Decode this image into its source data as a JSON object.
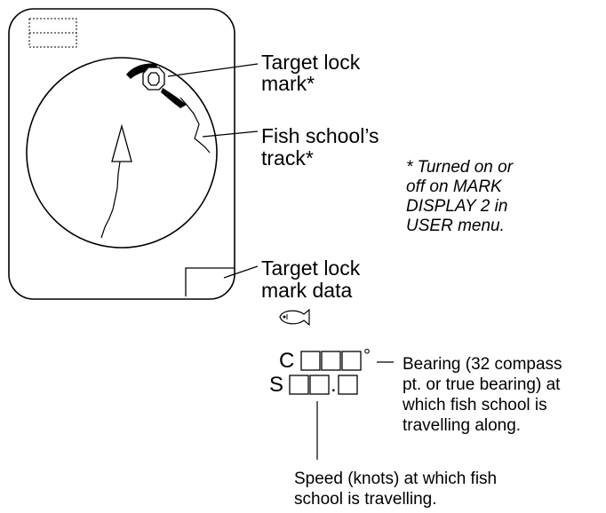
{
  "labels": {
    "target_lock_mark": [
      "Target lock",
      "mark*"
    ],
    "fish_school_track": [
      "Fish school’s",
      "track*"
    ],
    "target_lock_mark_data": [
      "Target lock",
      "mark data"
    ],
    "footnote": [
      "* Turned on or",
      "off on MARK",
      "DISPLAY 2 in",
      "USER menu."
    ],
    "bearing_desc": [
      "Bearing (32 compass",
      "pt. or true bearing) at",
      "which fish school is",
      "travelling along."
    ],
    "speed_desc": [
      "Speed (knots) at which fish",
      "school is travelling."
    ]
  },
  "readout": {
    "course_prefix": "C",
    "degree_symbol": "°",
    "speed_prefix": "S",
    "decimal_point": "."
  },
  "icons": {
    "fish": "fish-icon",
    "target_lock": "target-lock-mark-icon",
    "own_ship": "own-ship-marker-icon"
  }
}
